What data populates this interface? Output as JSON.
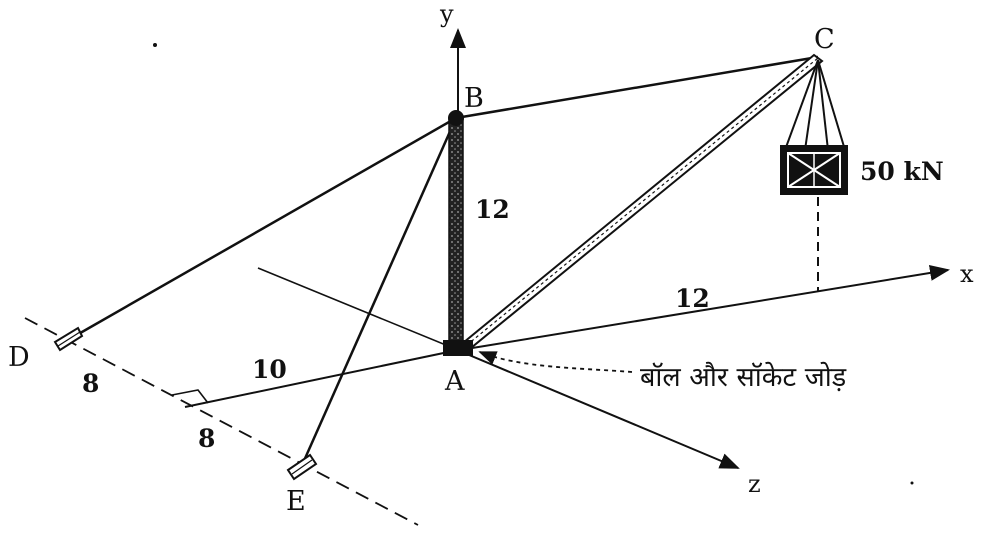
{
  "points": {
    "a": "A",
    "b": "B",
    "c": "C",
    "d": "D",
    "e": "E"
  },
  "axes": {
    "x": "x",
    "y": "y",
    "z": "z"
  },
  "dimensions": {
    "mast_height": "12",
    "boom_x": "12",
    "offset_z": "10",
    "de_upper": "8",
    "de_lower": "8"
  },
  "load": "50 kN",
  "joint_label": "बॉल और सॉकेट जोड़",
  "colors": {
    "ink": "#111111",
    "background": "#ffffff"
  }
}
